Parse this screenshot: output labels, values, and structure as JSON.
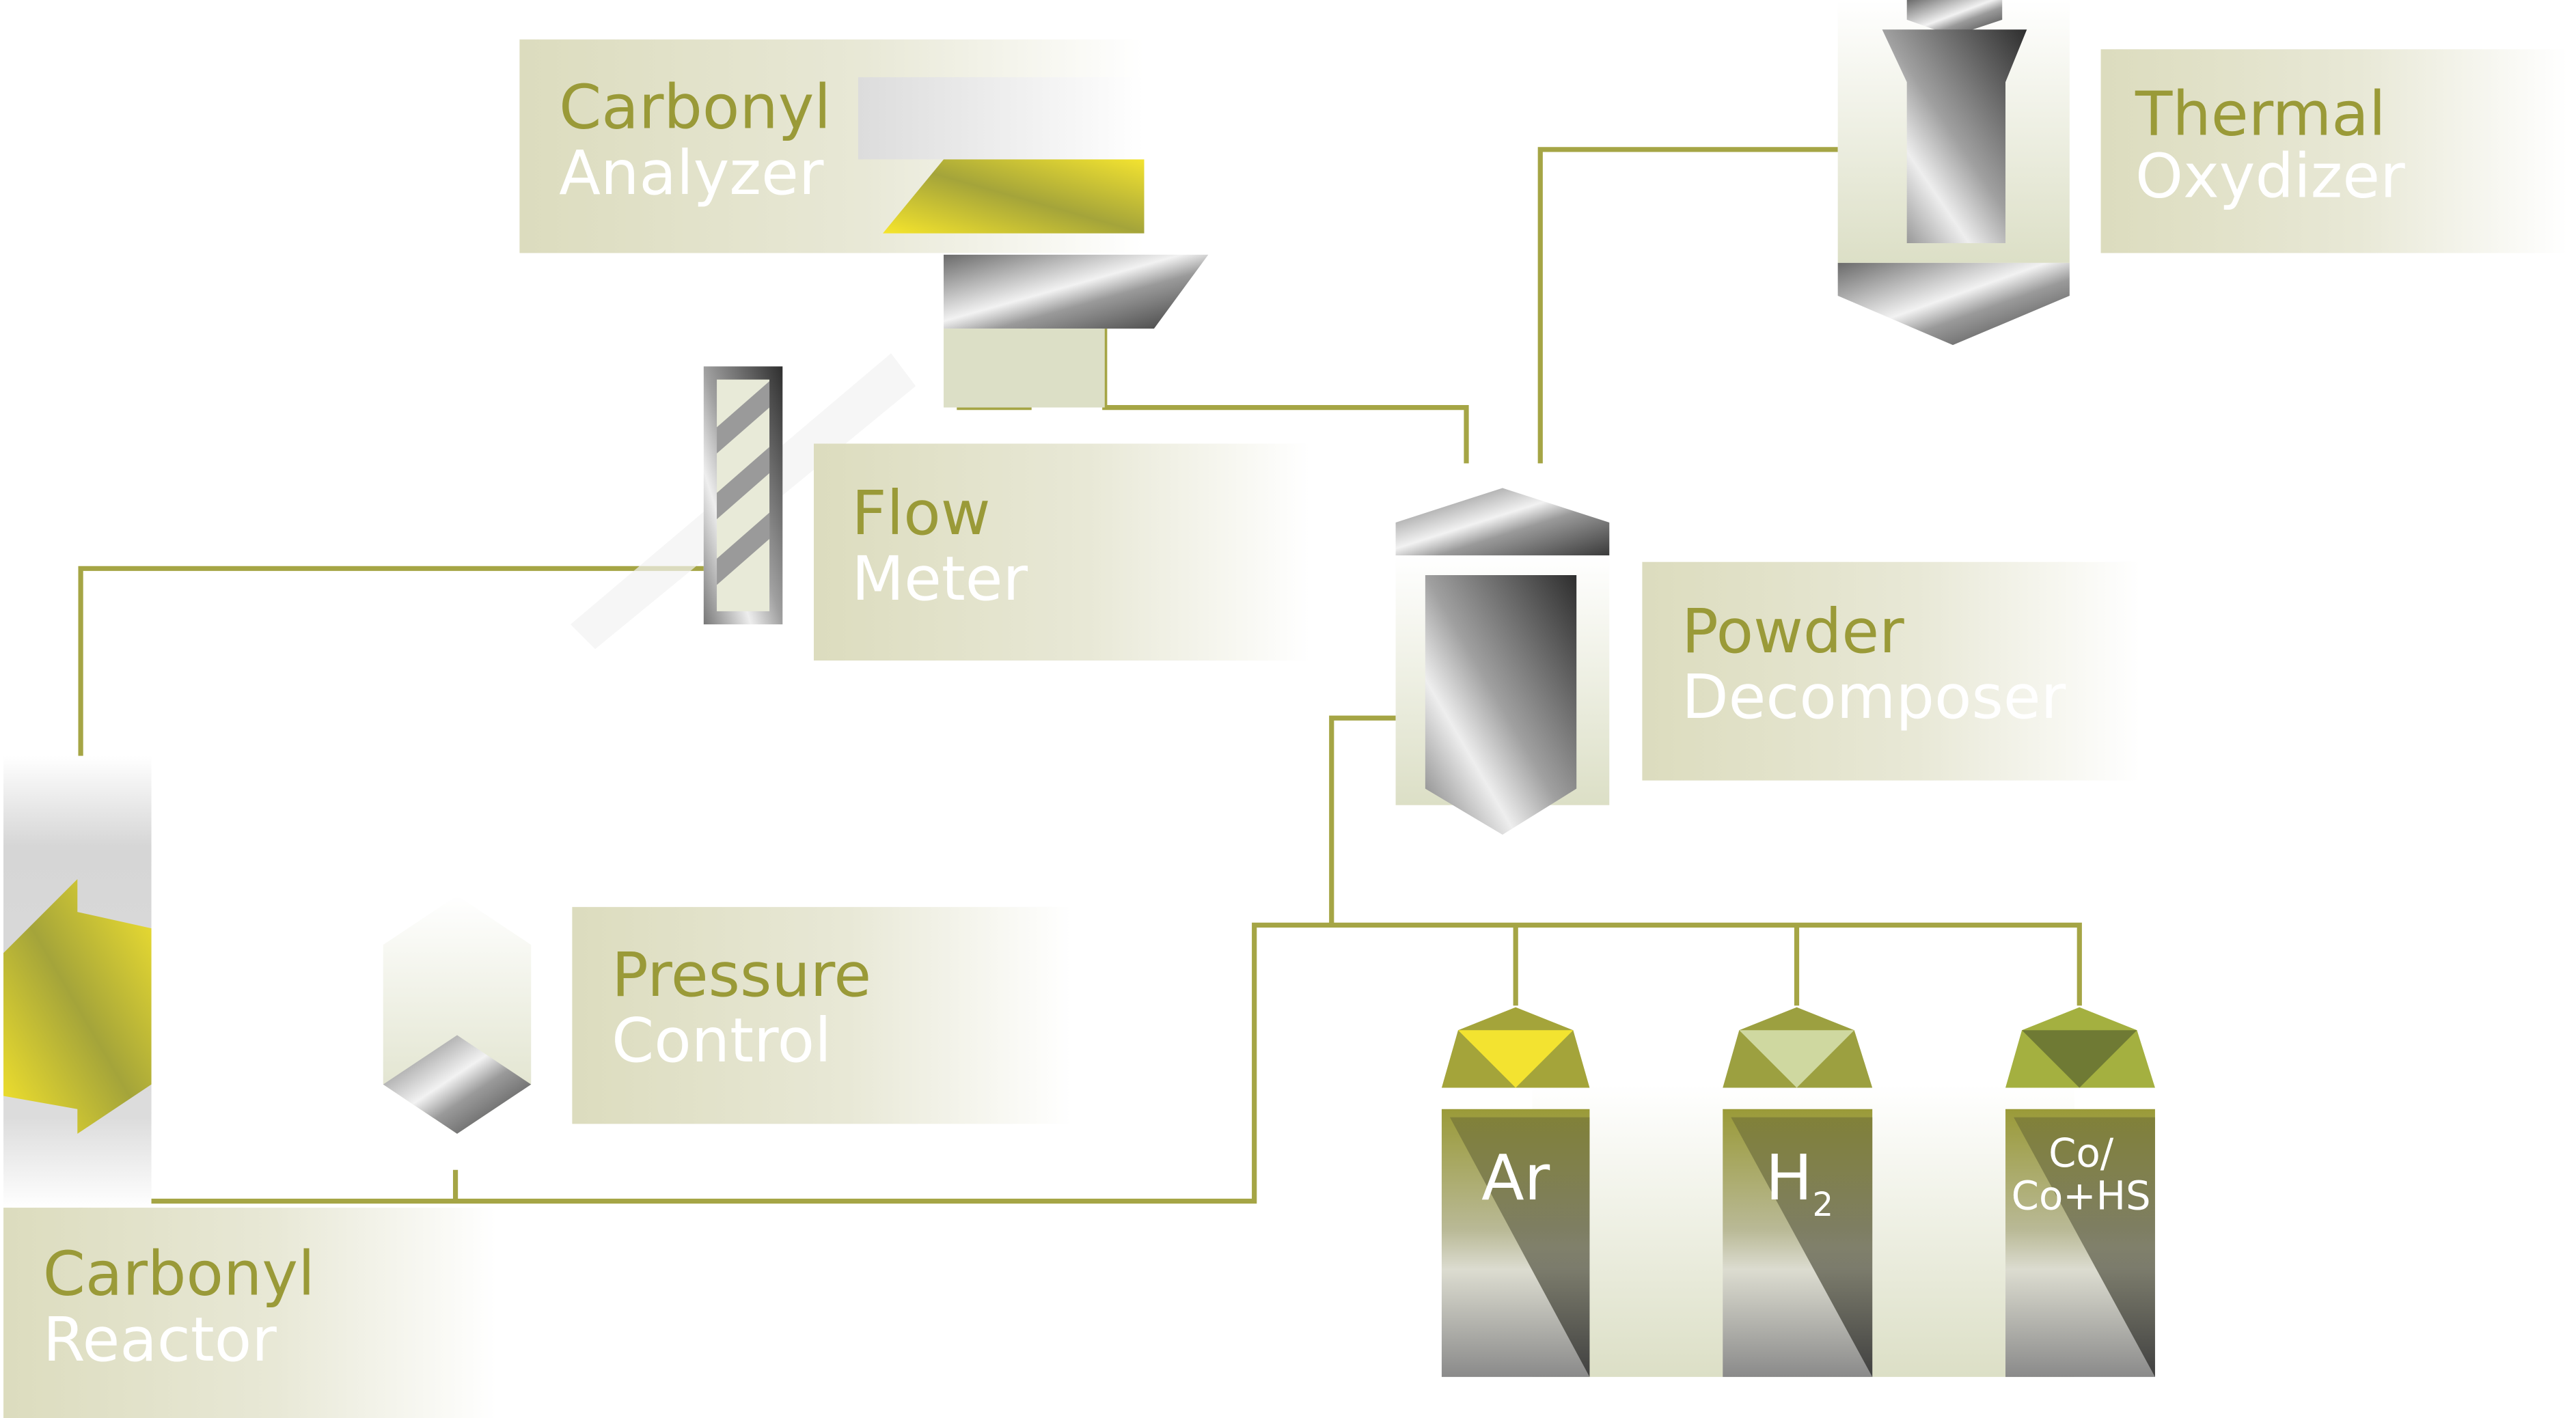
{
  "diagram": {
    "title": "Carbonyl process flow",
    "colors": {
      "olive": "#9a9a38",
      "label_bg": "#dcdcbe",
      "yellow": "#f3e330",
      "steel": "#8a8a8a"
    },
    "components": {
      "carbonyl_analyzer": {
        "line1": "Carbonyl",
        "line2": "Analyzer"
      },
      "flow_meter": {
        "line1": "Flow",
        "line2": "Meter"
      },
      "thermal_oxydizer": {
        "line1": "Thermal",
        "line2": "Oxydizer"
      },
      "powder_decomposer": {
        "line1": "Powder",
        "line2": "Decomposer"
      },
      "pressure_control": {
        "line1": "Pressure",
        "line2": "Control"
      },
      "carbonyl_reactor": {
        "line1": "Carbonyl",
        "line2": "Reactor"
      }
    },
    "gas_cylinders": [
      {
        "label": "Ar"
      },
      {
        "label": "H",
        "subscript": "2"
      },
      {
        "label_line1": "Co/",
        "label_line2": "Co+HS"
      }
    ]
  }
}
